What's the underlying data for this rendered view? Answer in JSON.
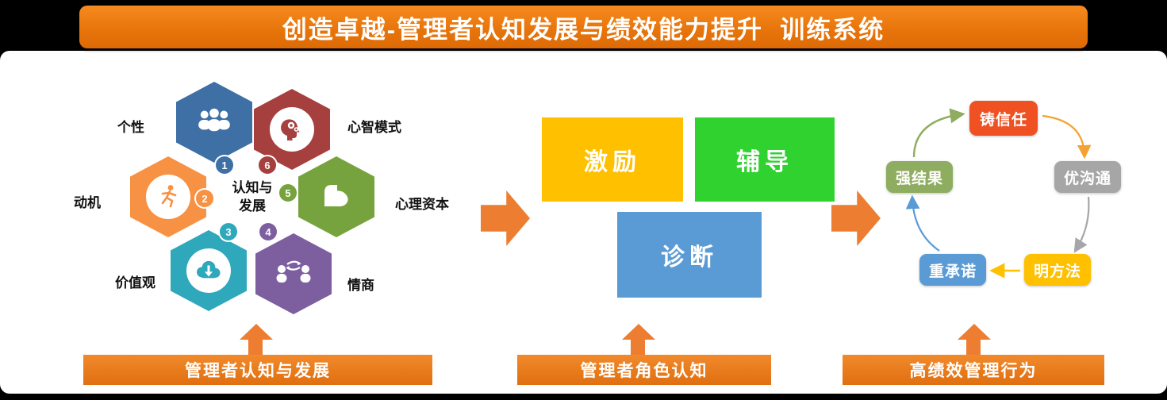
{
  "title": "创造卓越-管理者认知发展与绩效能力提升  训练系统",
  "colors": {
    "banner_orange": "#EE7B17",
    "arrow_orange": "#ED7D31",
    "caption_bar_orange": "#ED7D31"
  },
  "cognition_diagram": {
    "center_line1": "认知与",
    "center_line2": "发展",
    "hexagons": [
      {
        "num": "1",
        "label": "个性",
        "icon": "team-people-icon",
        "color": "#3E6FA5"
      },
      {
        "num": "2",
        "label": "动机",
        "icon": "runner-icon",
        "color": "#F79143"
      },
      {
        "num": "3",
        "label": "价值观",
        "icon": "cloud-download-icon",
        "color": "#2FA8BC"
      },
      {
        "num": "4",
        "label": "情商",
        "icon": "people-exchange-icon",
        "color": "#7D5FA0"
      },
      {
        "num": "5",
        "label": "心理资本",
        "icon": "strength-arm-icon",
        "color": "#77A33E"
      },
      {
        "num": "6",
        "label": "心智模式",
        "icon": "mind-gears-icon",
        "color": "#A5403E"
      }
    ],
    "caption": "管理者认知与发展"
  },
  "role_boxes": {
    "boxes": [
      {
        "label": "激励",
        "color": "#FFC000"
      },
      {
        "label": "辅导",
        "color": "#2FD22F"
      },
      {
        "label": "诊断",
        "color": "#5B9BD5"
      }
    ],
    "caption": "管理者角色认知"
  },
  "behavior_cycle": {
    "nodes": [
      {
        "label": "铸信任",
        "color": "#F05123"
      },
      {
        "label": "优沟通",
        "color": "#A6A6A6"
      },
      {
        "label": "明方法",
        "color": "#FFC000"
      },
      {
        "label": "重承诺",
        "color": "#5B9BD5"
      },
      {
        "label": "强结果",
        "color": "#8FAD60"
      }
    ],
    "caption": "高绩效管理行为"
  }
}
